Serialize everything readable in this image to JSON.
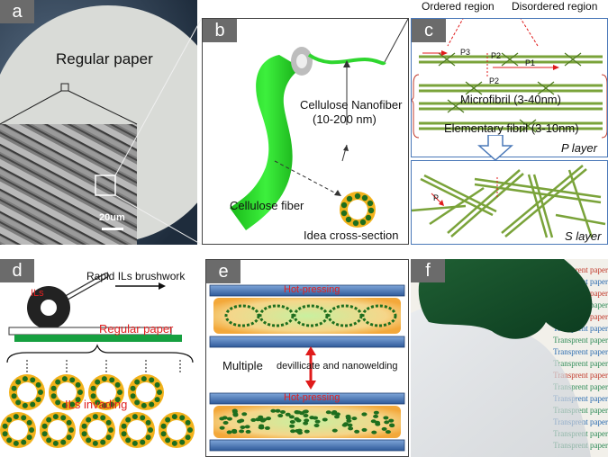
{
  "panel_a": {
    "tag": "a",
    "title": "Regular paper",
    "scale": "20um"
  },
  "panel_b": {
    "tag": "b",
    "nanofiber_line1": "Cellulose Nanofiber",
    "nanofiber_line2": "(10-200 nm)",
    "fiber": "Cellulose fiber",
    "cross_section": "Idea cross-section"
  },
  "panel_c": {
    "tag": "c",
    "ordered": "Ordered region",
    "disordered": "Disordered region",
    "p1": "P1",
    "p2a": "P2",
    "p2b": "P2",
    "p3": "P3",
    "microfibril": "Microfibril (3-40nm)",
    "elementary": "Elementary fibril (3-10nm)",
    "p_layer": "P layer",
    "p_mark": "P",
    "s_layer": "S layer"
  },
  "panel_d": {
    "tag": "d",
    "brush": "Rapid ILs brushwork",
    "roller": "ILs",
    "paper": "Regular paper",
    "invading": "ILs invading"
  },
  "panel_e": {
    "tag": "e",
    "hot1": "Hot-pressing",
    "multiple": "Multiple",
    "process": "devillicate and nanowelding",
    "hot2": "Hot-pressing"
  },
  "panel_f": {
    "tag": "f",
    "text_rows": [
      "Transprent paper",
      "Transprent paper",
      "Transprent paper",
      "Transprent paper",
      "Transprent paper",
      "Transprent paper",
      "Transprent paper",
      "Transprent paper",
      "Transprent paper",
      "Transprent paper",
      "Transprent paper",
      "Transprent paper",
      "Transprent paper",
      "Transprent paper",
      "Transprent paper",
      "Transprent paper"
    ]
  },
  "colors": {
    "fiber_green": "#2fd62f",
    "ring_yellow": "#f2b21b",
    "dot_green": "#1e6e1e",
    "plate_blue": "#4a78b8",
    "arrow_red": "#e01b1b",
    "label_red": "#e02020"
  }
}
